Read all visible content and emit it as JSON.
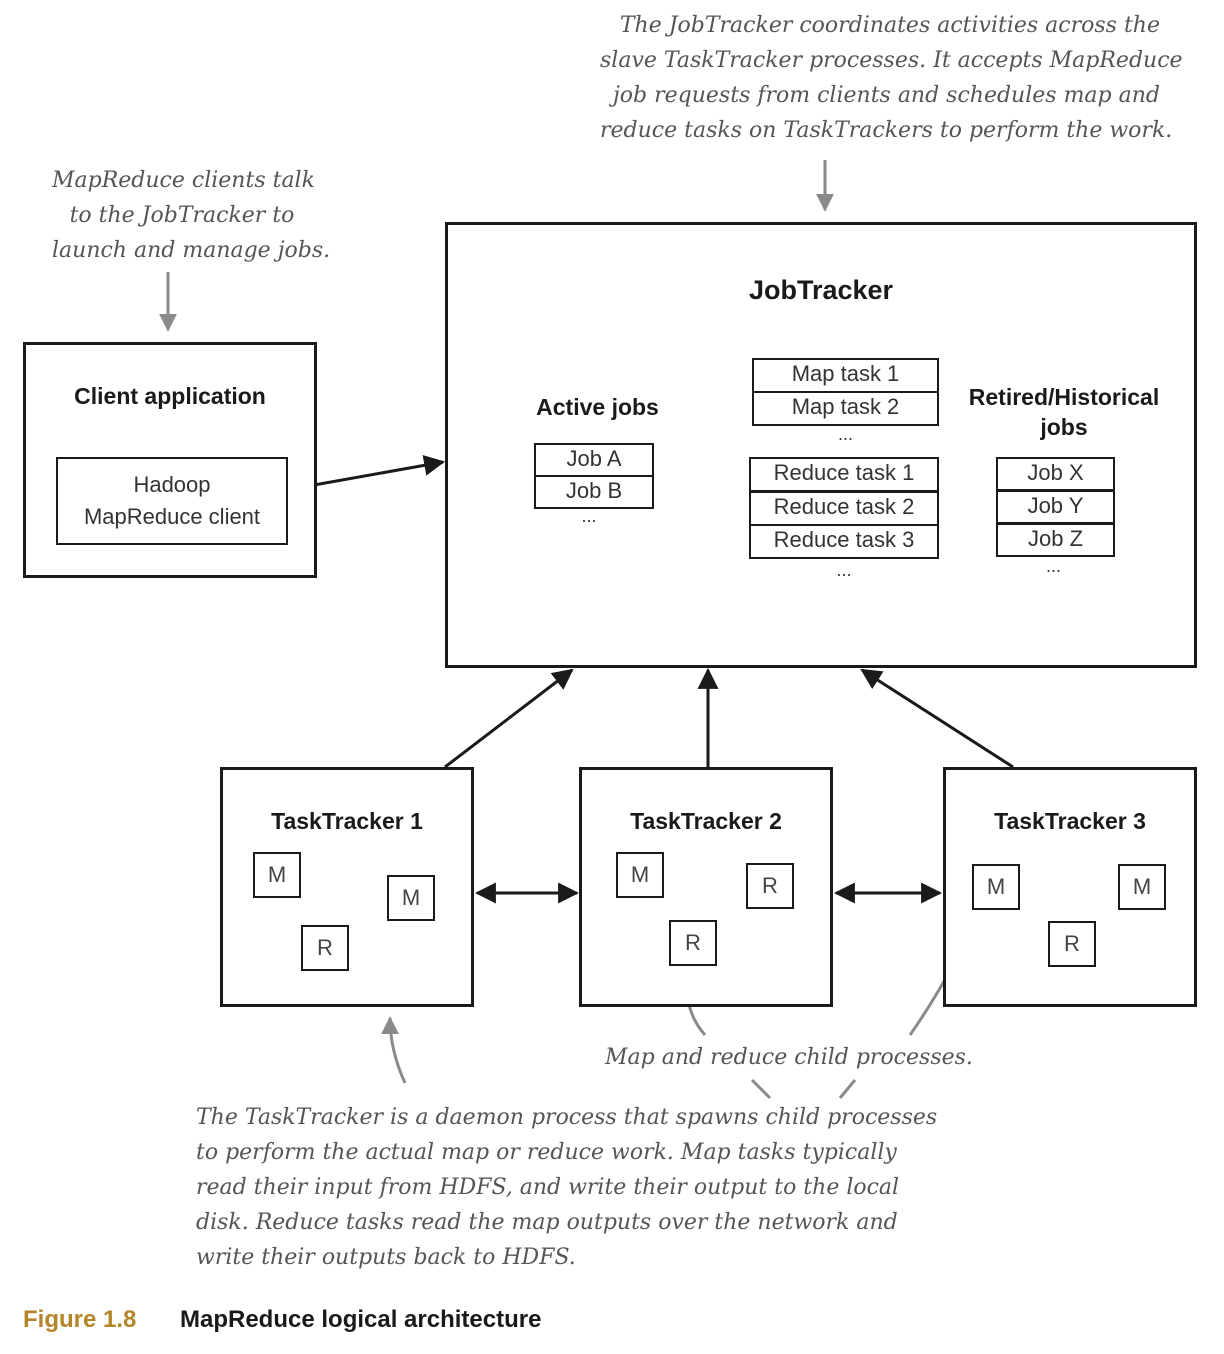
{
  "annotations": {
    "jobtracker_note": [
      "The JobTracker coordinates activities across the",
      "slave TaskTracker processes. It accepts MapReduce",
      "job requests from clients and schedules map and",
      "reduce tasks on TaskTrackers to perform the work."
    ],
    "client_note": [
      "MapReduce clients talk",
      "to the JobTracker to",
      "launch and manage jobs."
    ],
    "child_note": "Map and reduce child processes.",
    "tasktracker_note": [
      "The TaskTracker is a daemon process that spawns child processes",
      "to perform the actual map or reduce work. Map tasks typically",
      "read their input from HDFS, and write their output to the local",
      "disk. Reduce tasks read the map outputs over the network and",
      "write their outputs back to HDFS."
    ]
  },
  "client": {
    "title": "Client application",
    "inner": [
      "Hadoop",
      "MapReduce client"
    ]
  },
  "jobtracker": {
    "title": "JobTracker",
    "active_jobs_label": "Active jobs",
    "active_jobs": [
      "Job A",
      "Job B"
    ],
    "map_tasks": [
      "Map task 1",
      "Map task 2"
    ],
    "reduce_tasks": [
      "Reduce task 1",
      "Reduce task 2",
      "Reduce task 3"
    ],
    "retired_label": [
      "Retired/Historical",
      "jobs"
    ],
    "retired_jobs": [
      "Job X",
      "Job Y",
      "Job Z"
    ],
    "ellipsis": "..."
  },
  "tasktrackers": [
    {
      "title": "TaskTracker 1",
      "procs": [
        "M",
        "M",
        "R"
      ]
    },
    {
      "title": "TaskTracker 2",
      "procs": [
        "M",
        "R",
        "R"
      ]
    },
    {
      "title": "TaskTracker 3",
      "procs": [
        "M",
        "M",
        "R"
      ]
    }
  ],
  "caption": {
    "label": "Figure 1.8",
    "text": "MapReduce logical architecture",
    "label_color": "#b5852a"
  }
}
